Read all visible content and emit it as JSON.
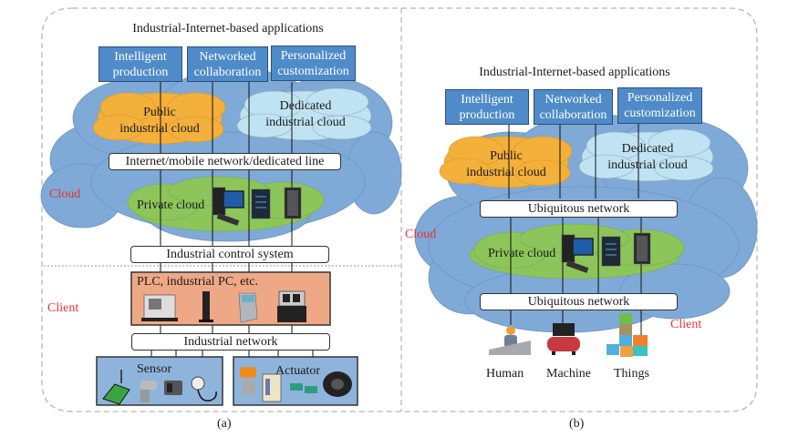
{
  "panel_a": {
    "title": "Industrial-Internet-based applications",
    "apps": [
      {
        "line1": "Intelligent",
        "line2": "production"
      },
      {
        "line1": "Networked",
        "line2": "collaboration"
      },
      {
        "line1": "Personalized",
        "line2": "customization"
      }
    ],
    "public_cloud": {
      "line1": "Public",
      "line2": "industrial cloud"
    },
    "dedicated_cloud": {
      "line1": "Dedicated",
      "line2": "industrial cloud"
    },
    "network_bar": "Internet/mobile network/dedicated line",
    "private_cloud": "Private cloud",
    "control_bar": "Industrial control system",
    "cloud_label": "Cloud",
    "client_label": "Client",
    "plc_box": "PLC, industrial PC, etc.",
    "industrial_network": "Industrial network",
    "sensor": "Sensor",
    "actuator": "Actuator",
    "caption": "(a)"
  },
  "panel_b": {
    "title": "Industrial-Internet-based applications",
    "apps": [
      {
        "line1": "Intelligent",
        "line2": "production"
      },
      {
        "line1": "Networked",
        "line2": "collaboration"
      },
      {
        "line1": "Personalized",
        "line2": "customization"
      }
    ],
    "public_cloud": {
      "line1": "Public",
      "line2": "industrial cloud"
    },
    "dedicated_cloud": {
      "line1": "Dedicated",
      "line2": "industrial cloud"
    },
    "network_bar_top": "Ubiquitous network",
    "private_cloud": "Private cloud",
    "network_bar_bottom": "Ubiquitous network",
    "cloud_label": "Cloud",
    "client_label": "Client",
    "clients": [
      "Human",
      "Machine",
      "Things"
    ],
    "caption": "(b)"
  },
  "colors": {
    "app_box": "#4f8bc9",
    "big_cloud": "#7fa9d6",
    "public_cloud": "#f3b03a",
    "dedicated_cloud": "#bfe3f2",
    "private_cloud": "#8cc55a",
    "plc_box": "#eea886",
    "device_box": "#8fb4dc",
    "red_label": "#e8322f"
  }
}
